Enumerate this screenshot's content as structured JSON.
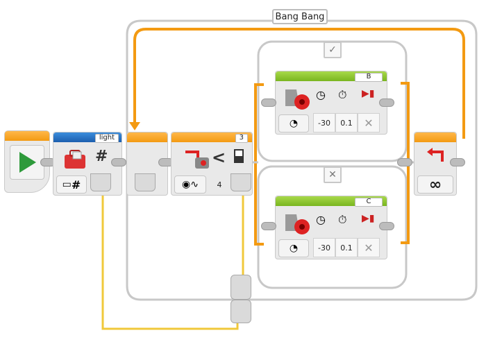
{
  "loop": {
    "label": "Bang Bang"
  },
  "variable_block": {
    "name": "light",
    "symbol": "#",
    "mode_symbol": "#"
  },
  "compare_block": {
    "port": "3",
    "operator": "<",
    "threshold": "4"
  },
  "switch": {
    "true_tab": "✓",
    "false_tab": "✕",
    "case_true": {
      "port": "B",
      "power": "-30",
      "seconds": "0.1",
      "brake": "✕"
    },
    "case_false": {
      "port": "C",
      "power": "-30",
      "seconds": "0.1",
      "brake": "✕"
    }
  },
  "loop_end": {
    "mode_symbol": "∞"
  },
  "colors": {
    "flow": "#f39a12",
    "wire": "#f0c83a",
    "frame": "#c8c8c8"
  }
}
